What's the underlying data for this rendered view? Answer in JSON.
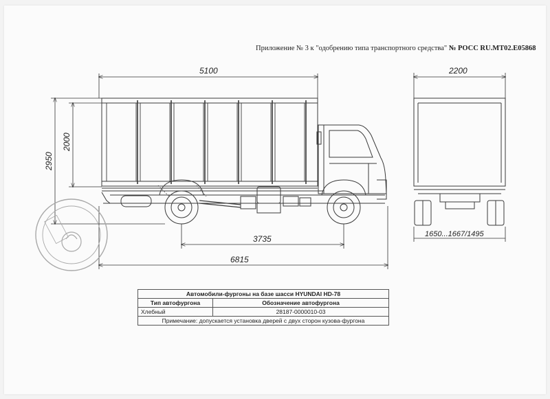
{
  "header": {
    "prefix": "Приложение № 3 к \"одобрению типа транспортного средства\"",
    "number": "№ РОСС RU.MT02.E05868"
  },
  "dimensions": {
    "body_length": "5100",
    "width_top": "2200",
    "body_height": "2000",
    "total_height": "2950",
    "wheelbase": "3735",
    "total_length": "6815",
    "track": "1650...1667/1495"
  },
  "table": {
    "title": "Автомобили-фургоны на базе шасси HYUNDAI HD-78",
    "col1_header": "Тип автофургона",
    "col2_header": "Обозначение автофургона",
    "row_type": "Хлебный",
    "row_code": "28187-0000010-03",
    "note": "Примечание: допускается установка дверей с двух сторон кузова-фургона"
  },
  "colors": {
    "line": "#3a3a3a",
    "stamp": "#9a9a9a"
  }
}
